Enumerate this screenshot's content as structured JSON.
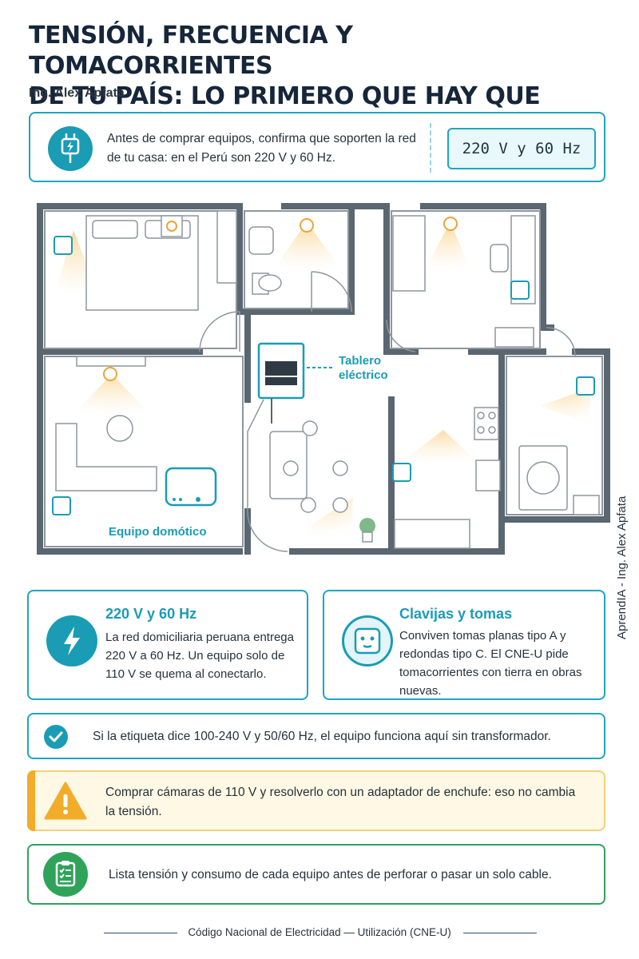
{
  "title": {
    "line1": "TENSIÓN, FRECUENCIA Y TOMACORRIENTES",
    "line2": "DE TU PAÍS: LO PRIMERO QUE HAY QUE VERIFICAR"
  },
  "author": "Ing. Alex Apfata",
  "intro": {
    "text": "Antes de comprar equipos, confirma que soporten la red de tu casa: en el Perú son 220 V y 60 Hz.",
    "value": "220 V y 60 Hz",
    "icon": "plug-bolt-icon"
  },
  "plan": {
    "panel_label_line1": "Tablero",
    "panel_label_line2": "eléctrico",
    "hub_label": "Equipo domótico"
  },
  "watermark": "AprendIA - Ing. Alex Apfata",
  "card_voltage": {
    "heading": "220 V y 60 Hz",
    "text": "La red domiciliaria peruana entrega 220 V a 60 Hz. Un equipo solo de 110 V se quema al conectarlo.",
    "icon": "lightning-icon"
  },
  "card_plugs": {
    "heading": "Clavijas y tomas",
    "text": "Conviven tomas planas tipo A y redondas tipo C. El CNE-U pide tomacorrientes con tierra en obras nuevas.",
    "icon": "outlet-icon"
  },
  "tip_check": {
    "text": "Si la etiqueta dice 100-240 V y 50/60 Hz, el equipo funciona aquí sin transformador.",
    "icon": "check-icon"
  },
  "tip_warning": {
    "text": "Comprar cámaras de 110 V y resolverlo con un adaptador de enchufe: eso no cambia la tensión.",
    "icon": "warning-icon"
  },
  "tip_list": {
    "text": "Lista tensión y consumo de cada equipo antes de perforar o pasar un solo cable.",
    "icon": "clipboard-checklist-icon"
  },
  "footer": "Código Nacional de Electricidad — Utilización (CNE-U)",
  "colors": {
    "accent": "#1a9cb5",
    "warning": "#f2ac2a",
    "success": "#2fa35a",
    "title": "#16263a"
  }
}
